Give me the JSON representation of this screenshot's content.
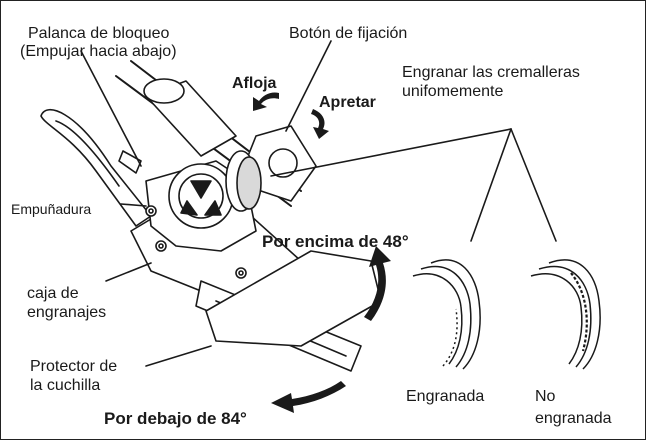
{
  "labels": {
    "lock_lever_line1": "Palanca de bloqueo",
    "lock_lever_line2": "(Empujar hacia abajo)",
    "fixing_button": "Botón de fijación",
    "loosen": "Afloja",
    "tighten": "Apretar",
    "engage_line1": "Engranar las cremalleras",
    "engage_line2": "unifomemente",
    "grip": "Empuñadura",
    "above_angle": "Por encima de 48°",
    "gearbox_line1": "caja de",
    "gearbox_line2": "engranajes",
    "blade_guard_line1": "Protector de",
    "blade_guard_line2": "la cuchilla",
    "below_angle": "Por debajo de 84°",
    "engaged": "Engranada",
    "not_engaged_line1": "No",
    "not_engaged_line2": "engranada"
  },
  "colors": {
    "line": "#1a1a1a",
    "fill_light": "#ffffff",
    "fill_shade": "#d9d9d9"
  }
}
